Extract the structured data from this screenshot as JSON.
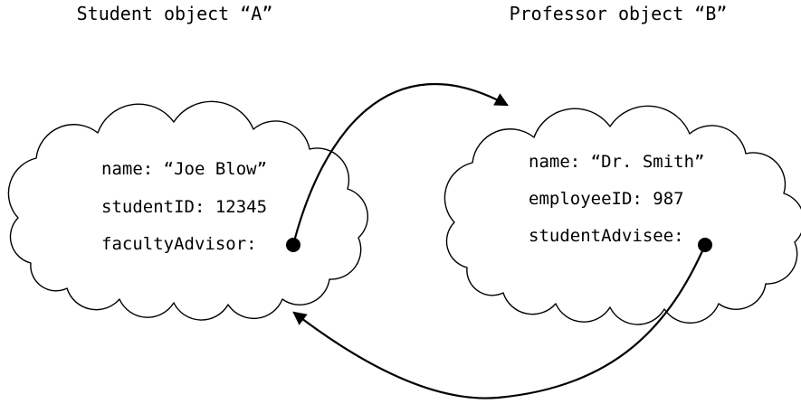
{
  "colors": {
    "background": "#ffffff",
    "line": "#000000",
    "text": "#000000"
  },
  "student_object": {
    "title": "Student object “A”",
    "fields": {
      "name": "name: “Joe Blow”",
      "student_id": "studentID: 12345",
      "faculty_advisor": "facultyAdvisor:"
    }
  },
  "professor_object": {
    "title": "Professor object “B”",
    "fields": {
      "name": "name: “Dr. Smith”",
      "employee_id": "employeeID: 987",
      "student_advisee": "studentAdvisee:"
    }
  }
}
